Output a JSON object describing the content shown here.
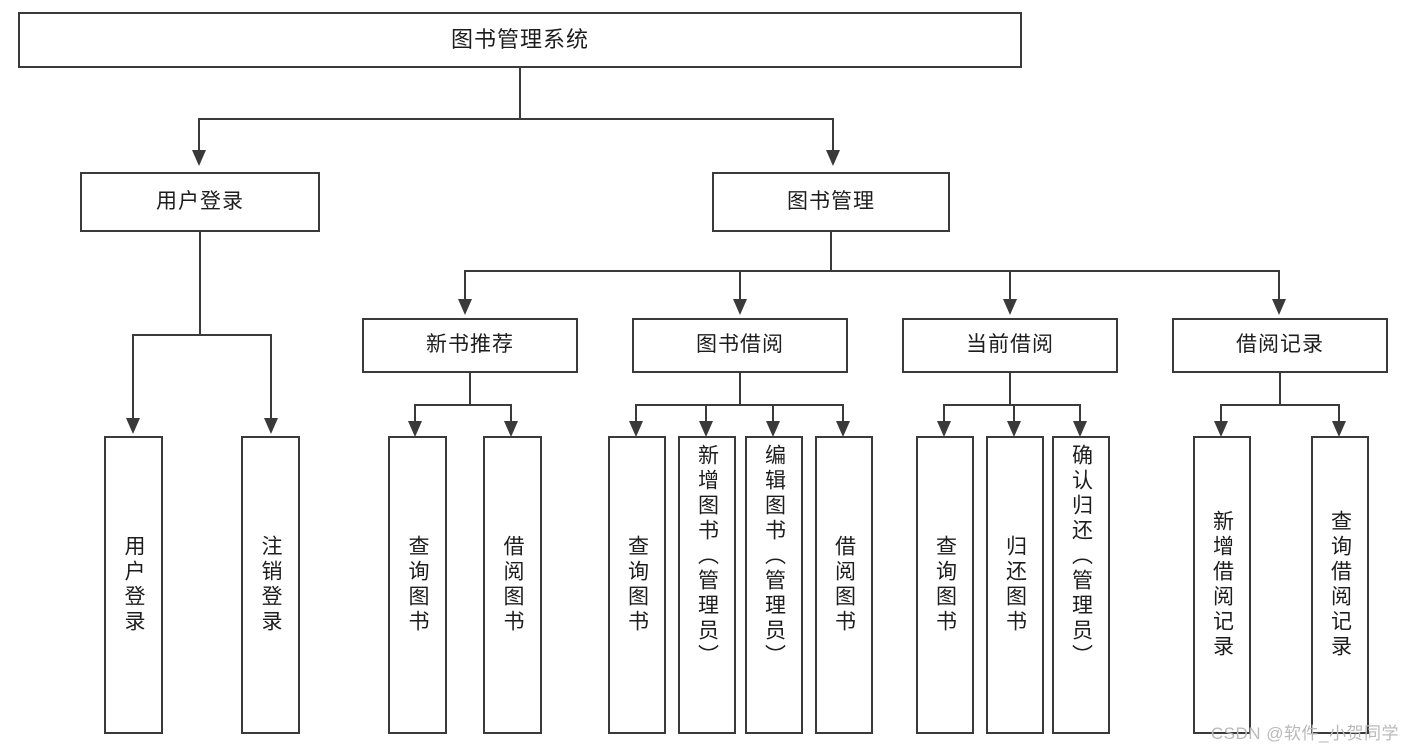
{
  "diagram": {
    "title": "图书管理系统",
    "root": {
      "label": "图书管理系统"
    },
    "level1": [
      {
        "label": "用户登录"
      },
      {
        "label": "图书管理"
      }
    ],
    "level2": [
      {
        "label": "新书推荐"
      },
      {
        "label": "图书借阅"
      },
      {
        "label": "当前借阅"
      },
      {
        "label": "借阅记录"
      }
    ],
    "leaves": {
      "user_login": [
        {
          "label": "用户登录"
        },
        {
          "label": "注销登录"
        }
      ],
      "new_book_recommend": [
        {
          "label": "查询图书"
        },
        {
          "label": "借阅图书"
        }
      ],
      "book_borrow": [
        {
          "label": "查询图书"
        },
        {
          "label": "新增图书（管理员）"
        },
        {
          "label": "编辑图书（管理员）"
        },
        {
          "label": "借阅图书"
        }
      ],
      "current_borrow": [
        {
          "label": "查询图书"
        },
        {
          "label": "归还图书"
        },
        {
          "label": "确认归还（管理员）"
        }
      ],
      "borrow_records": [
        {
          "label": "新增借阅记录"
        },
        {
          "label": "查询借阅记录"
        }
      ]
    }
  },
  "watermark": {
    "text": "CSDN @软件_小贺同学"
  },
  "colors": {
    "stroke": "#3a3a3a",
    "background": "#ffffff",
    "text": "#1d1d1d",
    "watermark": "#b9b9b9"
  }
}
